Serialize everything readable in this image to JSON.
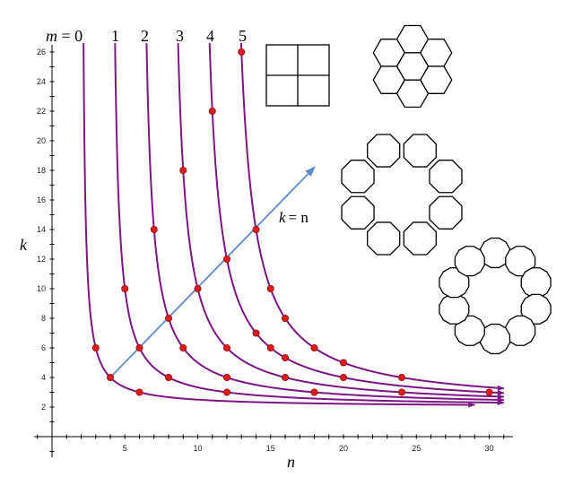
{
  "chart_data": {
    "type": "line",
    "xlabel": "n",
    "ylabel": "k",
    "xlim": [
      -1,
      31.5
    ],
    "ylim": [
      -1.5,
      27
    ],
    "x_ticks": [
      5,
      10,
      15,
      20,
      25,
      30
    ],
    "y_ticks": [
      2,
      4,
      6,
      8,
      10,
      12,
      14,
      16,
      18,
      20,
      22,
      24,
      26
    ],
    "series_labels": [
      "m = 0",
      "1",
      "2",
      "3",
      "4",
      "5"
    ],
    "series": [
      {
        "m": 0,
        "points": [
          [
            3,
            6
          ],
          [
            4,
            4
          ],
          [
            6,
            3
          ]
        ]
      },
      {
        "m": 1,
        "points": [
          [
            5,
            10
          ],
          [
            6,
            6
          ],
          [
            8,
            4
          ],
          [
            12,
            3
          ]
        ]
      },
      {
        "m": 2,
        "points": [
          [
            7,
            14
          ],
          [
            8,
            8
          ],
          [
            9,
            6
          ],
          [
            12,
            4
          ],
          [
            18,
            3
          ]
        ]
      },
      {
        "m": 3,
        "points": [
          [
            9,
            18
          ],
          [
            10,
            10
          ],
          [
            12,
            6
          ],
          [
            16,
            4
          ],
          [
            24,
            3
          ]
        ]
      },
      {
        "m": 4,
        "points": [
          [
            11,
            22
          ],
          [
            12,
            12
          ],
          [
            14,
            7
          ],
          [
            15,
            6
          ],
          [
            16,
            5.33
          ],
          [
            20,
            4
          ],
          [
            30,
            3
          ]
        ]
      },
      {
        "m": 5,
        "points": [
          [
            13,
            26
          ],
          [
            14,
            14
          ],
          [
            15,
            10
          ],
          [
            16,
            8
          ],
          [
            18,
            6
          ],
          [
            20,
            5
          ],
          [
            24,
            4
          ]
        ]
      }
    ],
    "diagonal": {
      "label_k": "k",
      "label_eq": "= n"
    },
    "colors": {
      "curve": "#7B1683",
      "point": "#E01B1B",
      "diagonal": "#5B8BC9",
      "axis": "#000000"
    }
  }
}
